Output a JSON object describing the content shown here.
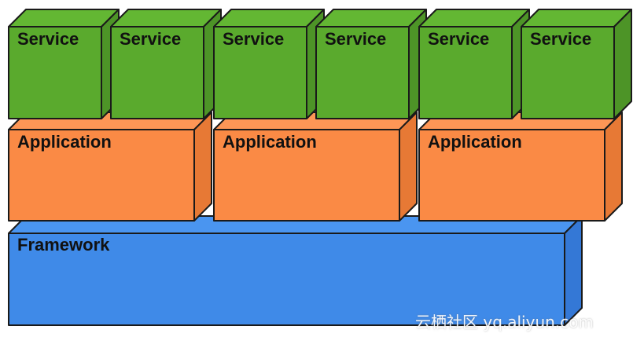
{
  "colors": {
    "service": {
      "front": "#5aaa2d",
      "top": "#63b733",
      "side": "#4d9427"
    },
    "application": {
      "front": "#fa8a45",
      "top": "#fd9656",
      "side": "#e77935"
    },
    "framework": {
      "front": "#3f8ae8",
      "top": "#4a95f0",
      "side": "#3478d6"
    },
    "outline": "#1a1a1a"
  },
  "layers": {
    "services": [
      {
        "label": "Service"
      },
      {
        "label": "Service"
      },
      {
        "label": "Service"
      },
      {
        "label": "Service"
      },
      {
        "label": "Service"
      },
      {
        "label": "Service"
      }
    ],
    "applications": [
      {
        "label": "Application"
      },
      {
        "label": "Application"
      },
      {
        "label": "Application"
      }
    ],
    "framework": {
      "label": "Framework"
    }
  },
  "watermark": "云栖社区 yq.aliyun.com"
}
